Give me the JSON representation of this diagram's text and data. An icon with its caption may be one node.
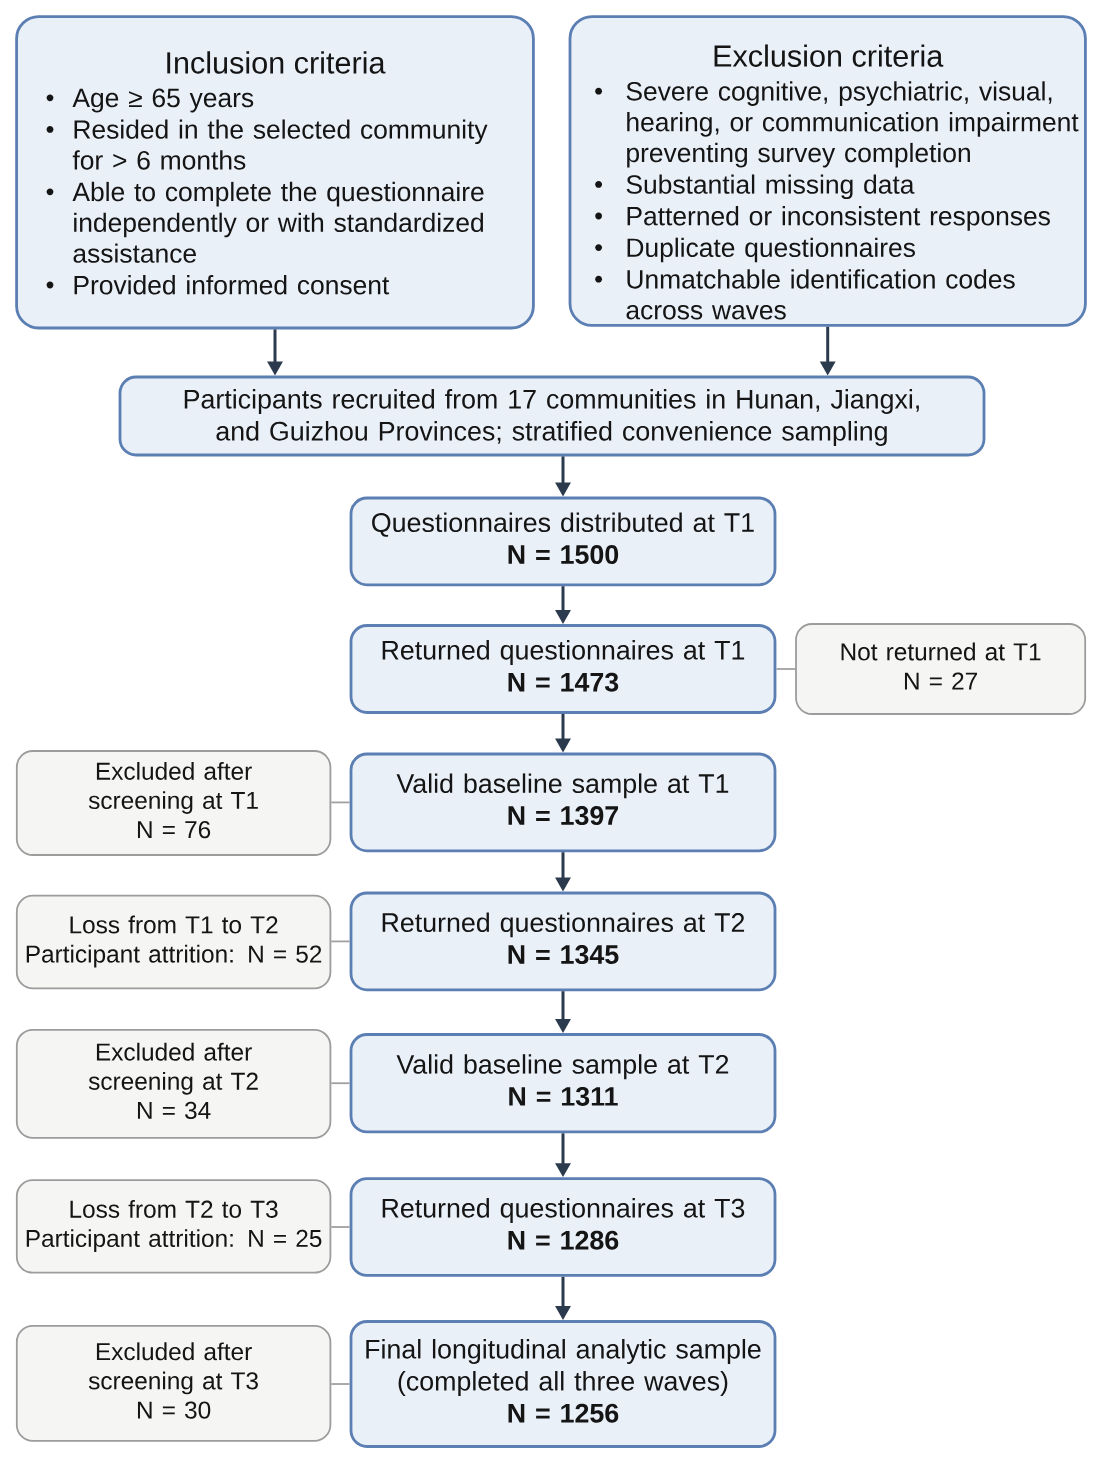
{
  "diagram": {
    "nodes": [
      {
        "text": [
          "Inclusion criteria",
          "Age ≥ 65 years",
          "Resided in the selected community for > 6 months",
          "Able to complete the questionnaire independently or with standardized assistance",
          "Provided informed consent"
        ]
      },
      {
        "text": [
          "Exclusion criteria",
          "Severe cognitive, psychiatric, visual, hearing, or communication impairment preventing survey completion",
          "Substantial missing data",
          "Patterned or inconsistent responses",
          "Duplicate questionnaires",
          "Unmatchable identification codes across waves"
        ]
      },
      {
        "text": [
          "Participants recruited from 17 communities in Hunan, Jiangxi, and Guizhou Provinces; stratified convenience sampling"
        ]
      },
      {
        "text": [
          "Questionnaires distributed at T1",
          "N = 1500"
        ]
      },
      {
        "text": [
          "Returned questionnaires at T1",
          "N = 1473"
        ]
      },
      {
        "text": [
          "Not returned at T1",
          "N = 27"
        ]
      },
      {
        "text": [
          "Excluded after screening at T1",
          "N = 76"
        ]
      },
      {
        "text": [
          "Valid baseline sample at T1",
          "N = 1397"
        ]
      },
      {
        "text": [
          "Loss from T1 to T2",
          "Participant attrition: N = 52"
        ]
      },
      {
        "text": [
          "Returned questionnaires at T2",
          "N = 1345"
        ]
      },
      {
        "text": [
          "Excluded after screening at T2",
          "N = 34"
        ]
      },
      {
        "text": [
          "Valid baseline sample at T2",
          "N = 1311"
        ]
      },
      {
        "text": [
          "Loss from T2 to T3",
          "Participant attrition: N = 25"
        ]
      },
      {
        "text": [
          "Returned questionnaires at T3",
          "N = 1286"
        ]
      },
      {
        "text": [
          "Excluded after screening at T3",
          "N = 30"
        ]
      },
      {
        "text": [
          "Final longitudinal analytic sample (completed all three waves)",
          "N = 1256"
        ]
      }
    ],
    "edges": [
      {
        "from": 0,
        "to": 2,
        "arrow": "to"
      },
      {
        "from": 1,
        "to": 2,
        "arrow": "to"
      },
      {
        "from": 2,
        "to": 3,
        "arrow": "to"
      },
      {
        "from": 3,
        "to": 4,
        "arrow": "to"
      },
      {
        "from": 4,
        "to": 5,
        "arrow": "none",
        "color": "#a0a0a0"
      },
      {
        "from": 4,
        "to": 7,
        "arrow": "to"
      },
      {
        "from": 7,
        "to": 6,
        "arrow": "none",
        "color": "#a0a0a0"
      },
      {
        "from": 7,
        "to": 9,
        "arrow": "to"
      },
      {
        "from": 9,
        "to": 8,
        "arrow": "none",
        "color": "#a0a0a0"
      },
      {
        "from": 9,
        "to": 11,
        "arrow": "to"
      },
      {
        "from": 11,
        "to": 10,
        "arrow": "none",
        "color": "#a0a0a0"
      },
      {
        "from": 11,
        "to": 13,
        "arrow": "to"
      },
      {
        "from": 13,
        "to": 12,
        "arrow": "none",
        "color": "#a0a0a0"
      },
      {
        "from": 13,
        "to": 15,
        "arrow": "to"
      },
      {
        "from": 15,
        "to": 14,
        "arrow": "none",
        "color": "#a0a0a0"
      }
    ]
  }
}
